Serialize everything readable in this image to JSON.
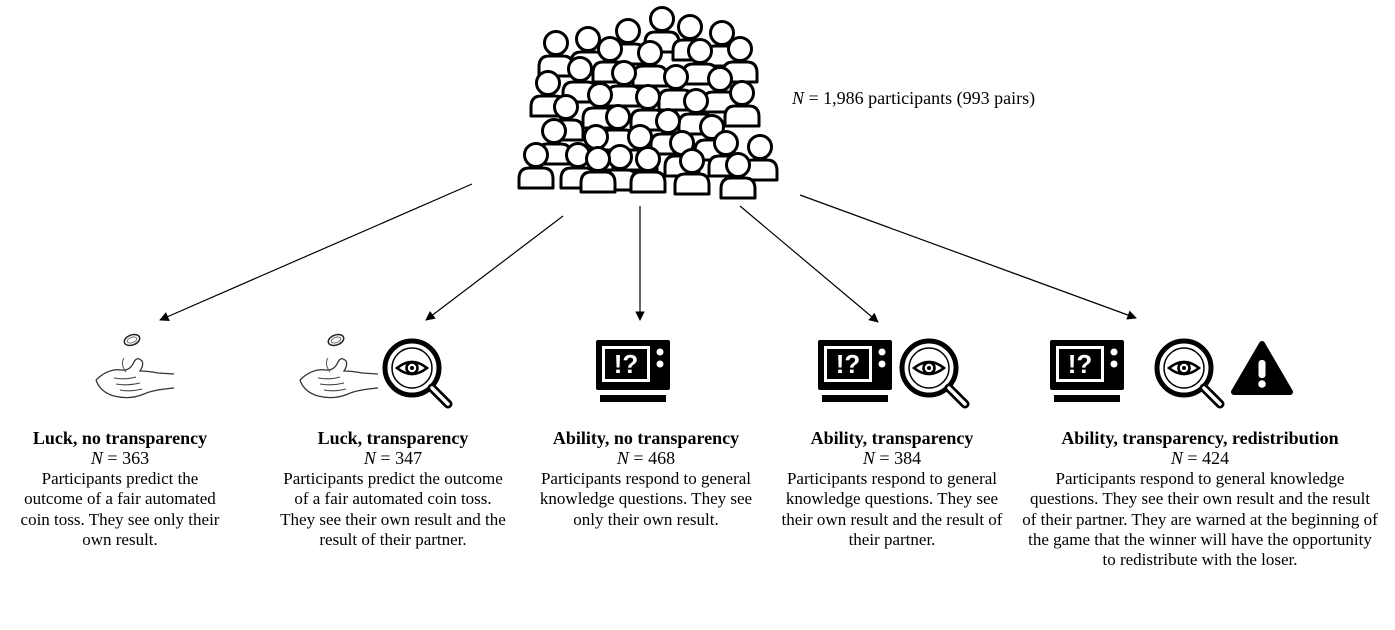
{
  "population": {
    "label_prefix": "N",
    "label_text": " = 1,986 participants (993 pairs)",
    "icon": "crowd-icon"
  },
  "conditions": [
    {
      "title": "Luck, no transparency",
      "n_prefix": "N",
      "n_value": " = 363",
      "description": "Participants predict the outcome of a fair automated coin toss. They see only their own result.",
      "icons": [
        "coin-toss-hand-icon"
      ]
    },
    {
      "title": "Luck, transparency",
      "n_prefix": "N",
      "n_value": " = 347",
      "description": "Participants predict the outcome of a fair automated coin toss. They see their own result and the result of their partner.",
      "icons": [
        "coin-toss-hand-icon",
        "magnifier-eye-icon"
      ]
    },
    {
      "title": "Ability, no transparency",
      "n_prefix": "N",
      "n_value": " = 468",
      "description": "Participants respond to general knowledge questions. They see only their own result.",
      "icons": [
        "quiz-tv-icon"
      ]
    },
    {
      "title": "Ability, transparency",
      "n_prefix": "N",
      "n_value": " = 384",
      "description": "Participants respond to general knowledge questions. They see their own result and the result of their partner.",
      "icons": [
        "quiz-tv-icon",
        "magnifier-eye-icon"
      ]
    },
    {
      "title": "Ability, transparency, redistribution",
      "n_prefix": "N",
      "n_value": " = 424",
      "description": "Participants respond to general knowledge questions. They see their own result and the result of their partner. They are warned at the beginning of the game that the winner will have the opportunity to redistribute with the loser.",
      "icons": [
        "quiz-tv-icon",
        "magnifier-eye-icon",
        "warning-icon"
      ]
    }
  ],
  "tv_glyph": "!?"
}
